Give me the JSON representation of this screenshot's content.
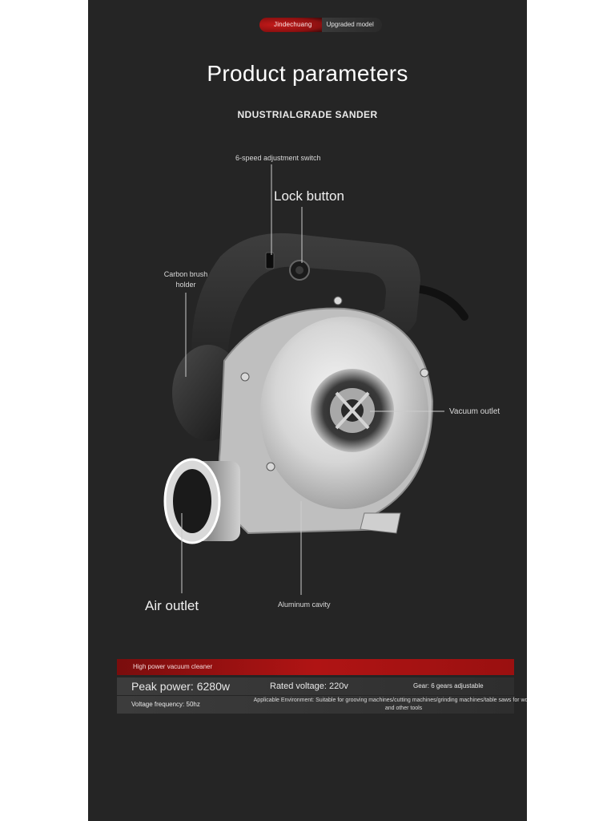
{
  "brand": {
    "name": "Jindechuang",
    "tag": "Upgraded model"
  },
  "header": {
    "title": "Product parameters",
    "subtitle": "NDUSTRIALGRADE SANDER"
  },
  "callouts": {
    "speed_switch": "6-speed adjustment switch",
    "lock_button": "Lock button",
    "carbon_brush_line1": "Carbon brush",
    "carbon_brush_line2": "holder",
    "vacuum_outlet": "Vacuum outlet",
    "air_outlet": "Air outlet",
    "aluminum_cavity": "Aluminum cavity"
  },
  "specs": {
    "band_label": "High power vacuum cleaner",
    "peak_power": "Peak power: 6280w",
    "rated_voltage": "Rated voltage: 220v",
    "gear": "Gear: 6 gears adjustable",
    "voltage_frequency": "Voltage frequency: 50hz",
    "environment": "Applicable Environment: Suitable for grooving machines/cutting machines/grinding machines/table saws for woodworking and other tools"
  },
  "colors": {
    "background": "#252525",
    "accent_red": "#b01414",
    "text": "#ffffff"
  }
}
